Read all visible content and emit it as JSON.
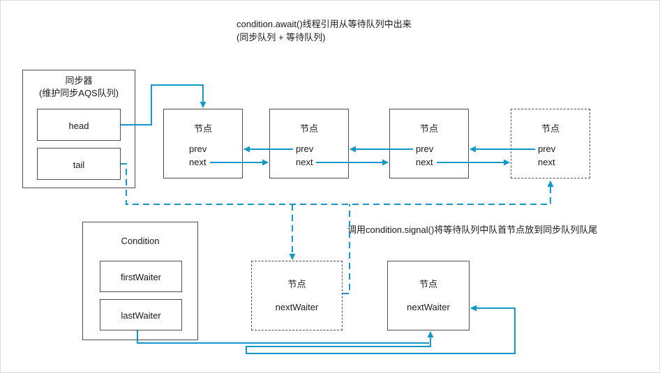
{
  "diagram": {
    "title_line1": "condition.await()线程引用从等待队列中出来",
    "title_line2": "(同步队列 + 等待队列)",
    "annotation_signal": "调用condition.signal()将等待队列中队首节点放到同步队列队尾",
    "accent_color": "#1496c8",
    "border_color": "#4d4d4d",
    "sync_container": {
      "label_line1": "同步器",
      "label_line2": "(维护同步AQS队列)",
      "head_label": "head",
      "tail_label": "tail"
    },
    "condition_container": {
      "label": "Condition",
      "first_waiter_label": "firstWaiter",
      "last_waiter_label": "lastWaiter"
    },
    "sync_nodes": [
      {
        "title": "节点",
        "prev": "prev",
        "next": "next",
        "style": "solid"
      },
      {
        "title": "节点",
        "prev": "prev",
        "next": "next",
        "style": "solid"
      },
      {
        "title": "节点",
        "prev": "prev",
        "next": "next",
        "style": "solid"
      },
      {
        "title": "节点",
        "prev": "prev",
        "next": "next",
        "style": "dashed"
      }
    ],
    "wait_nodes": [
      {
        "title": "节点",
        "field": "nextWaiter",
        "style": "dashed"
      },
      {
        "title": "节点",
        "field": "nextWaiter",
        "style": "solid"
      }
    ]
  }
}
